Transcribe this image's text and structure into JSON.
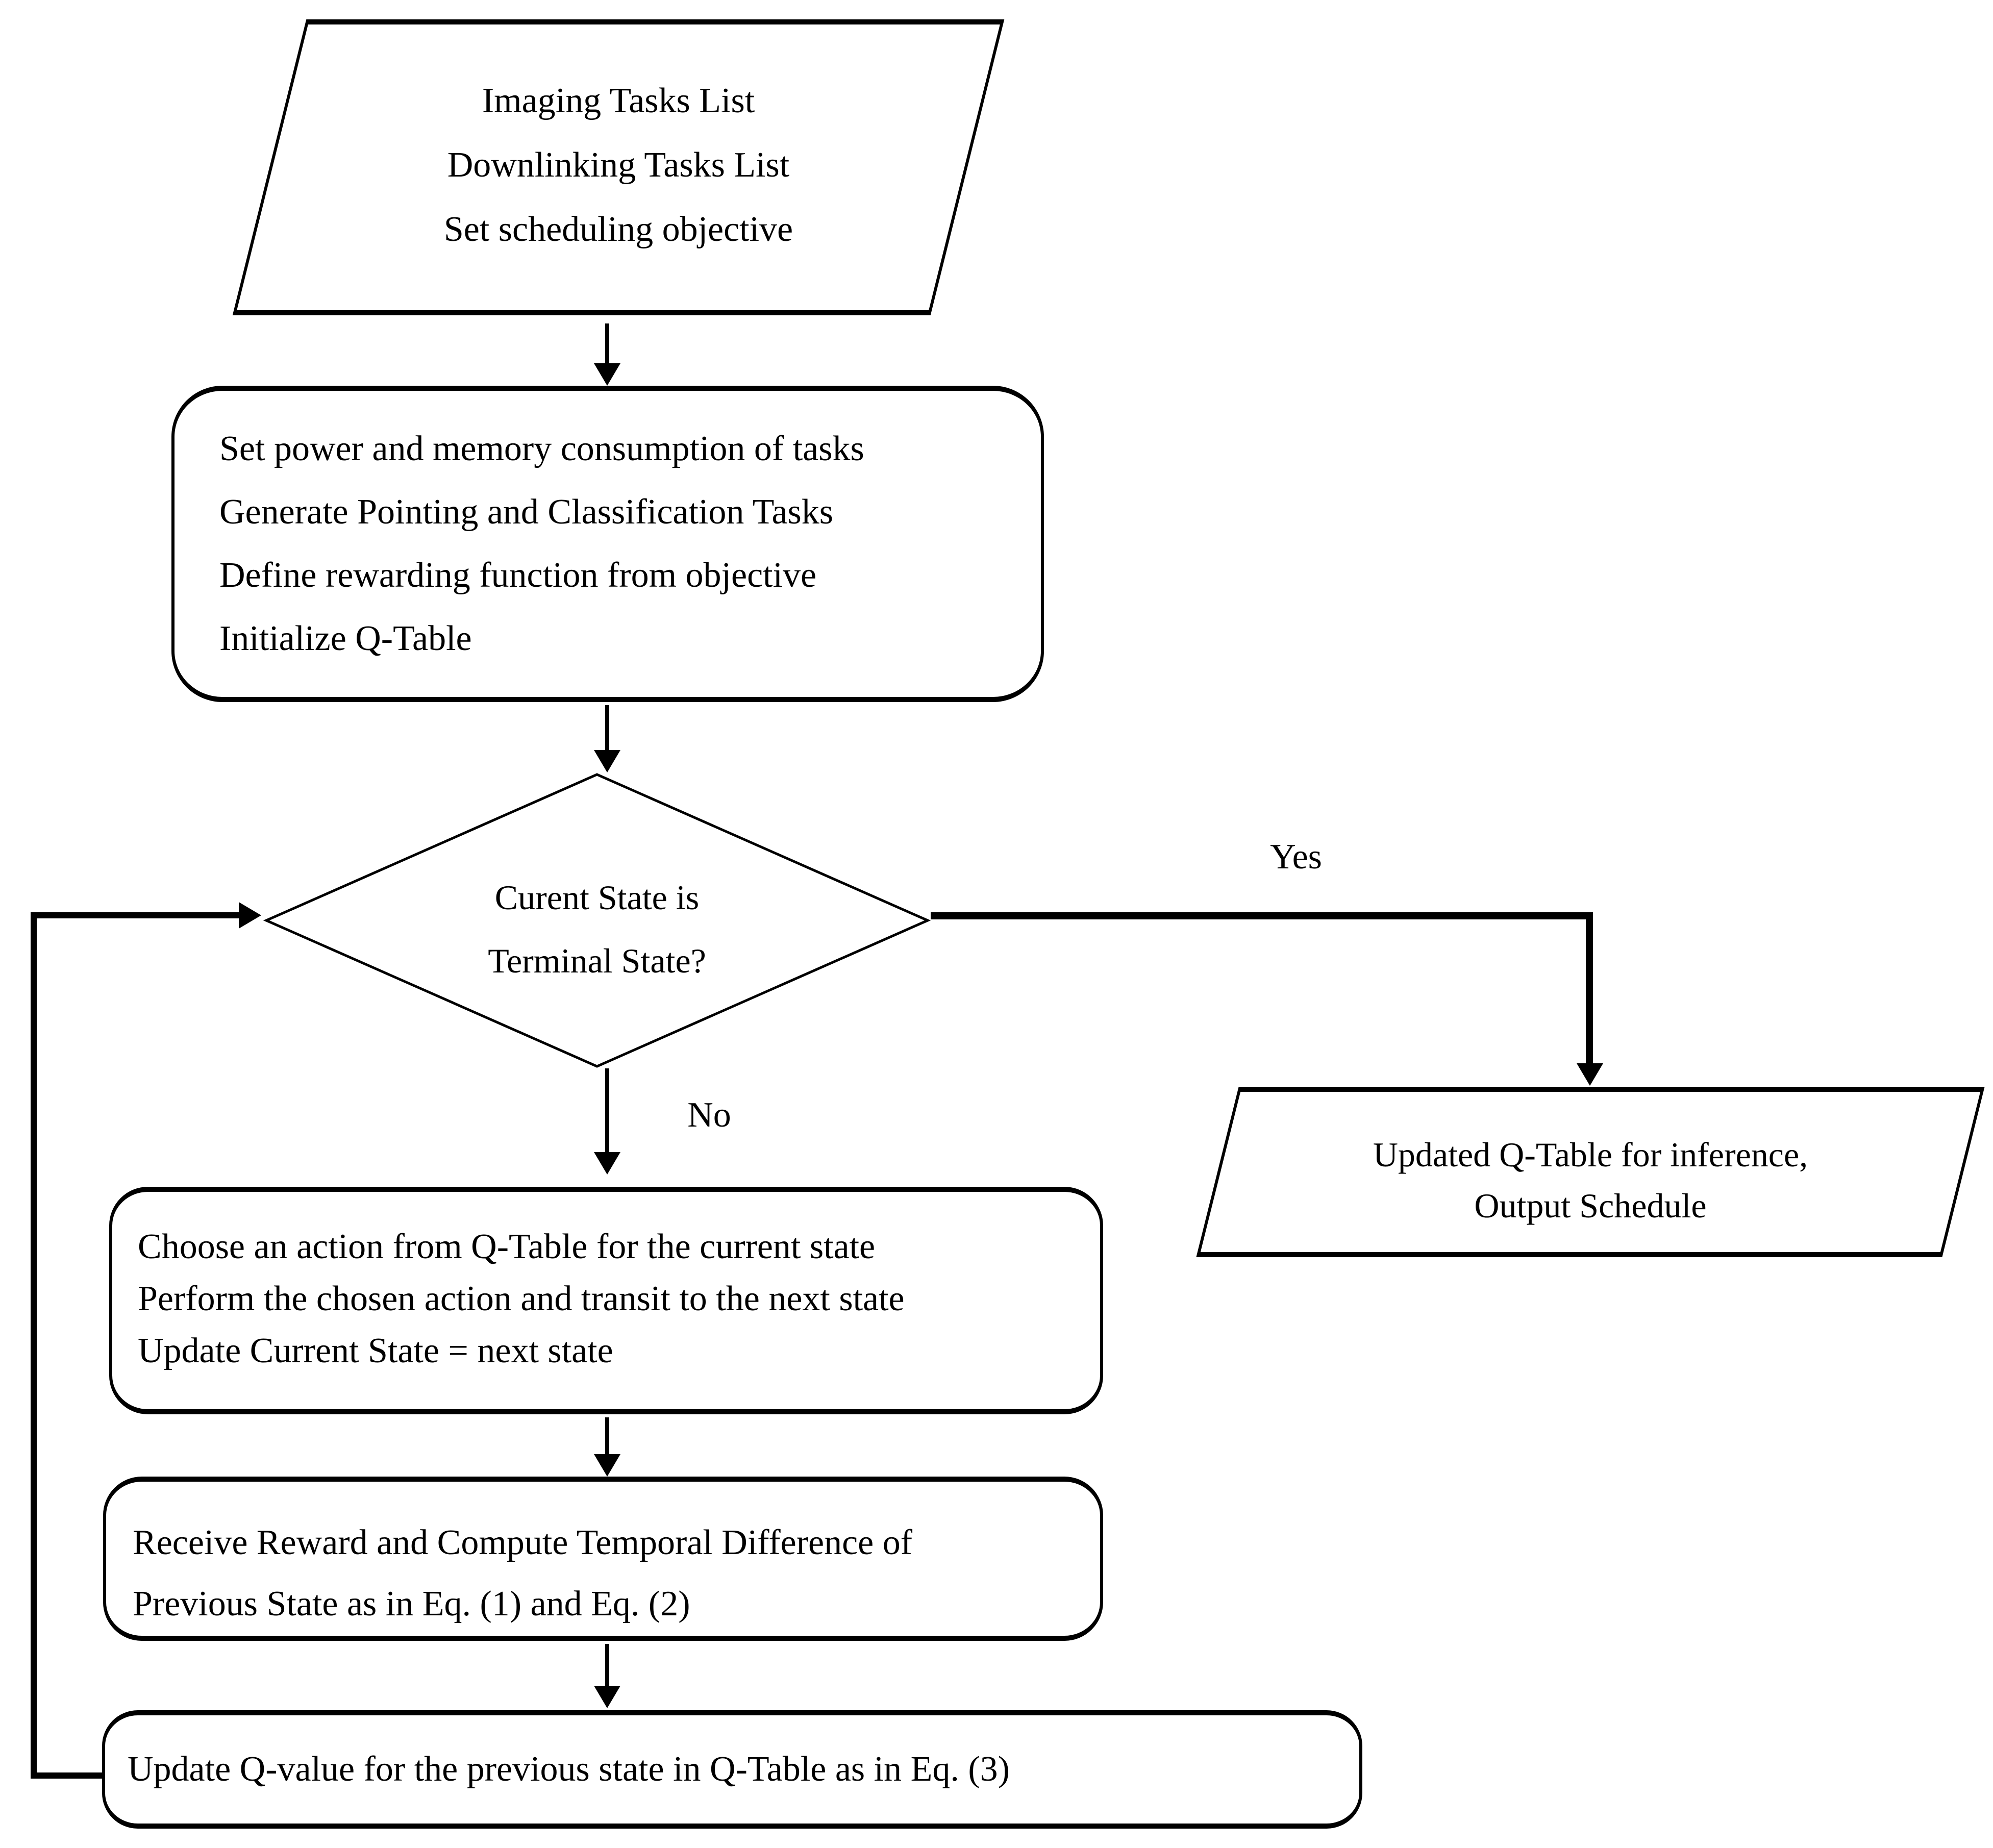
{
  "flowchart": {
    "colors": {
      "background": "#ffffff",
      "stroke": "#000000",
      "text": "#000000"
    },
    "nodes": {
      "input": {
        "shape": "parallelogram",
        "lines": [
          "Imaging Tasks List",
          "Downlinking Tasks List",
          "Set scheduling objective"
        ]
      },
      "setup": {
        "shape": "rounded-rectangle",
        "lines": [
          "Set power and memory consumption of tasks",
          "Generate Pointing and Classification Tasks",
          "Define rewarding function from objective",
          "Initialize Q-Table"
        ]
      },
      "decision": {
        "shape": "diamond",
        "lines": [
          "Curent State is",
          "Terminal State?"
        ]
      },
      "output": {
        "shape": "parallelogram",
        "lines": [
          "Updated Q-Table for inference,",
          "Output Schedule"
        ]
      },
      "action": {
        "shape": "rounded-rectangle",
        "lines": [
          "Choose an action from Q-Table for the current state",
          "Perform the chosen action and transit to the next state",
          "Update Current State = next state"
        ]
      },
      "reward": {
        "shape": "rounded-rectangle",
        "lines": [
          "Receive Reward and Compute Temporal Difference of",
          "Previous State as in Eq. (1) and Eq. (2)"
        ]
      },
      "update_q": {
        "shape": "rounded-rectangle",
        "lines": [
          "Update Q-value for the previous state in Q-Table as in Eq. (3)"
        ]
      }
    },
    "edge_labels": {
      "yes": "Yes",
      "no": "No"
    }
  }
}
